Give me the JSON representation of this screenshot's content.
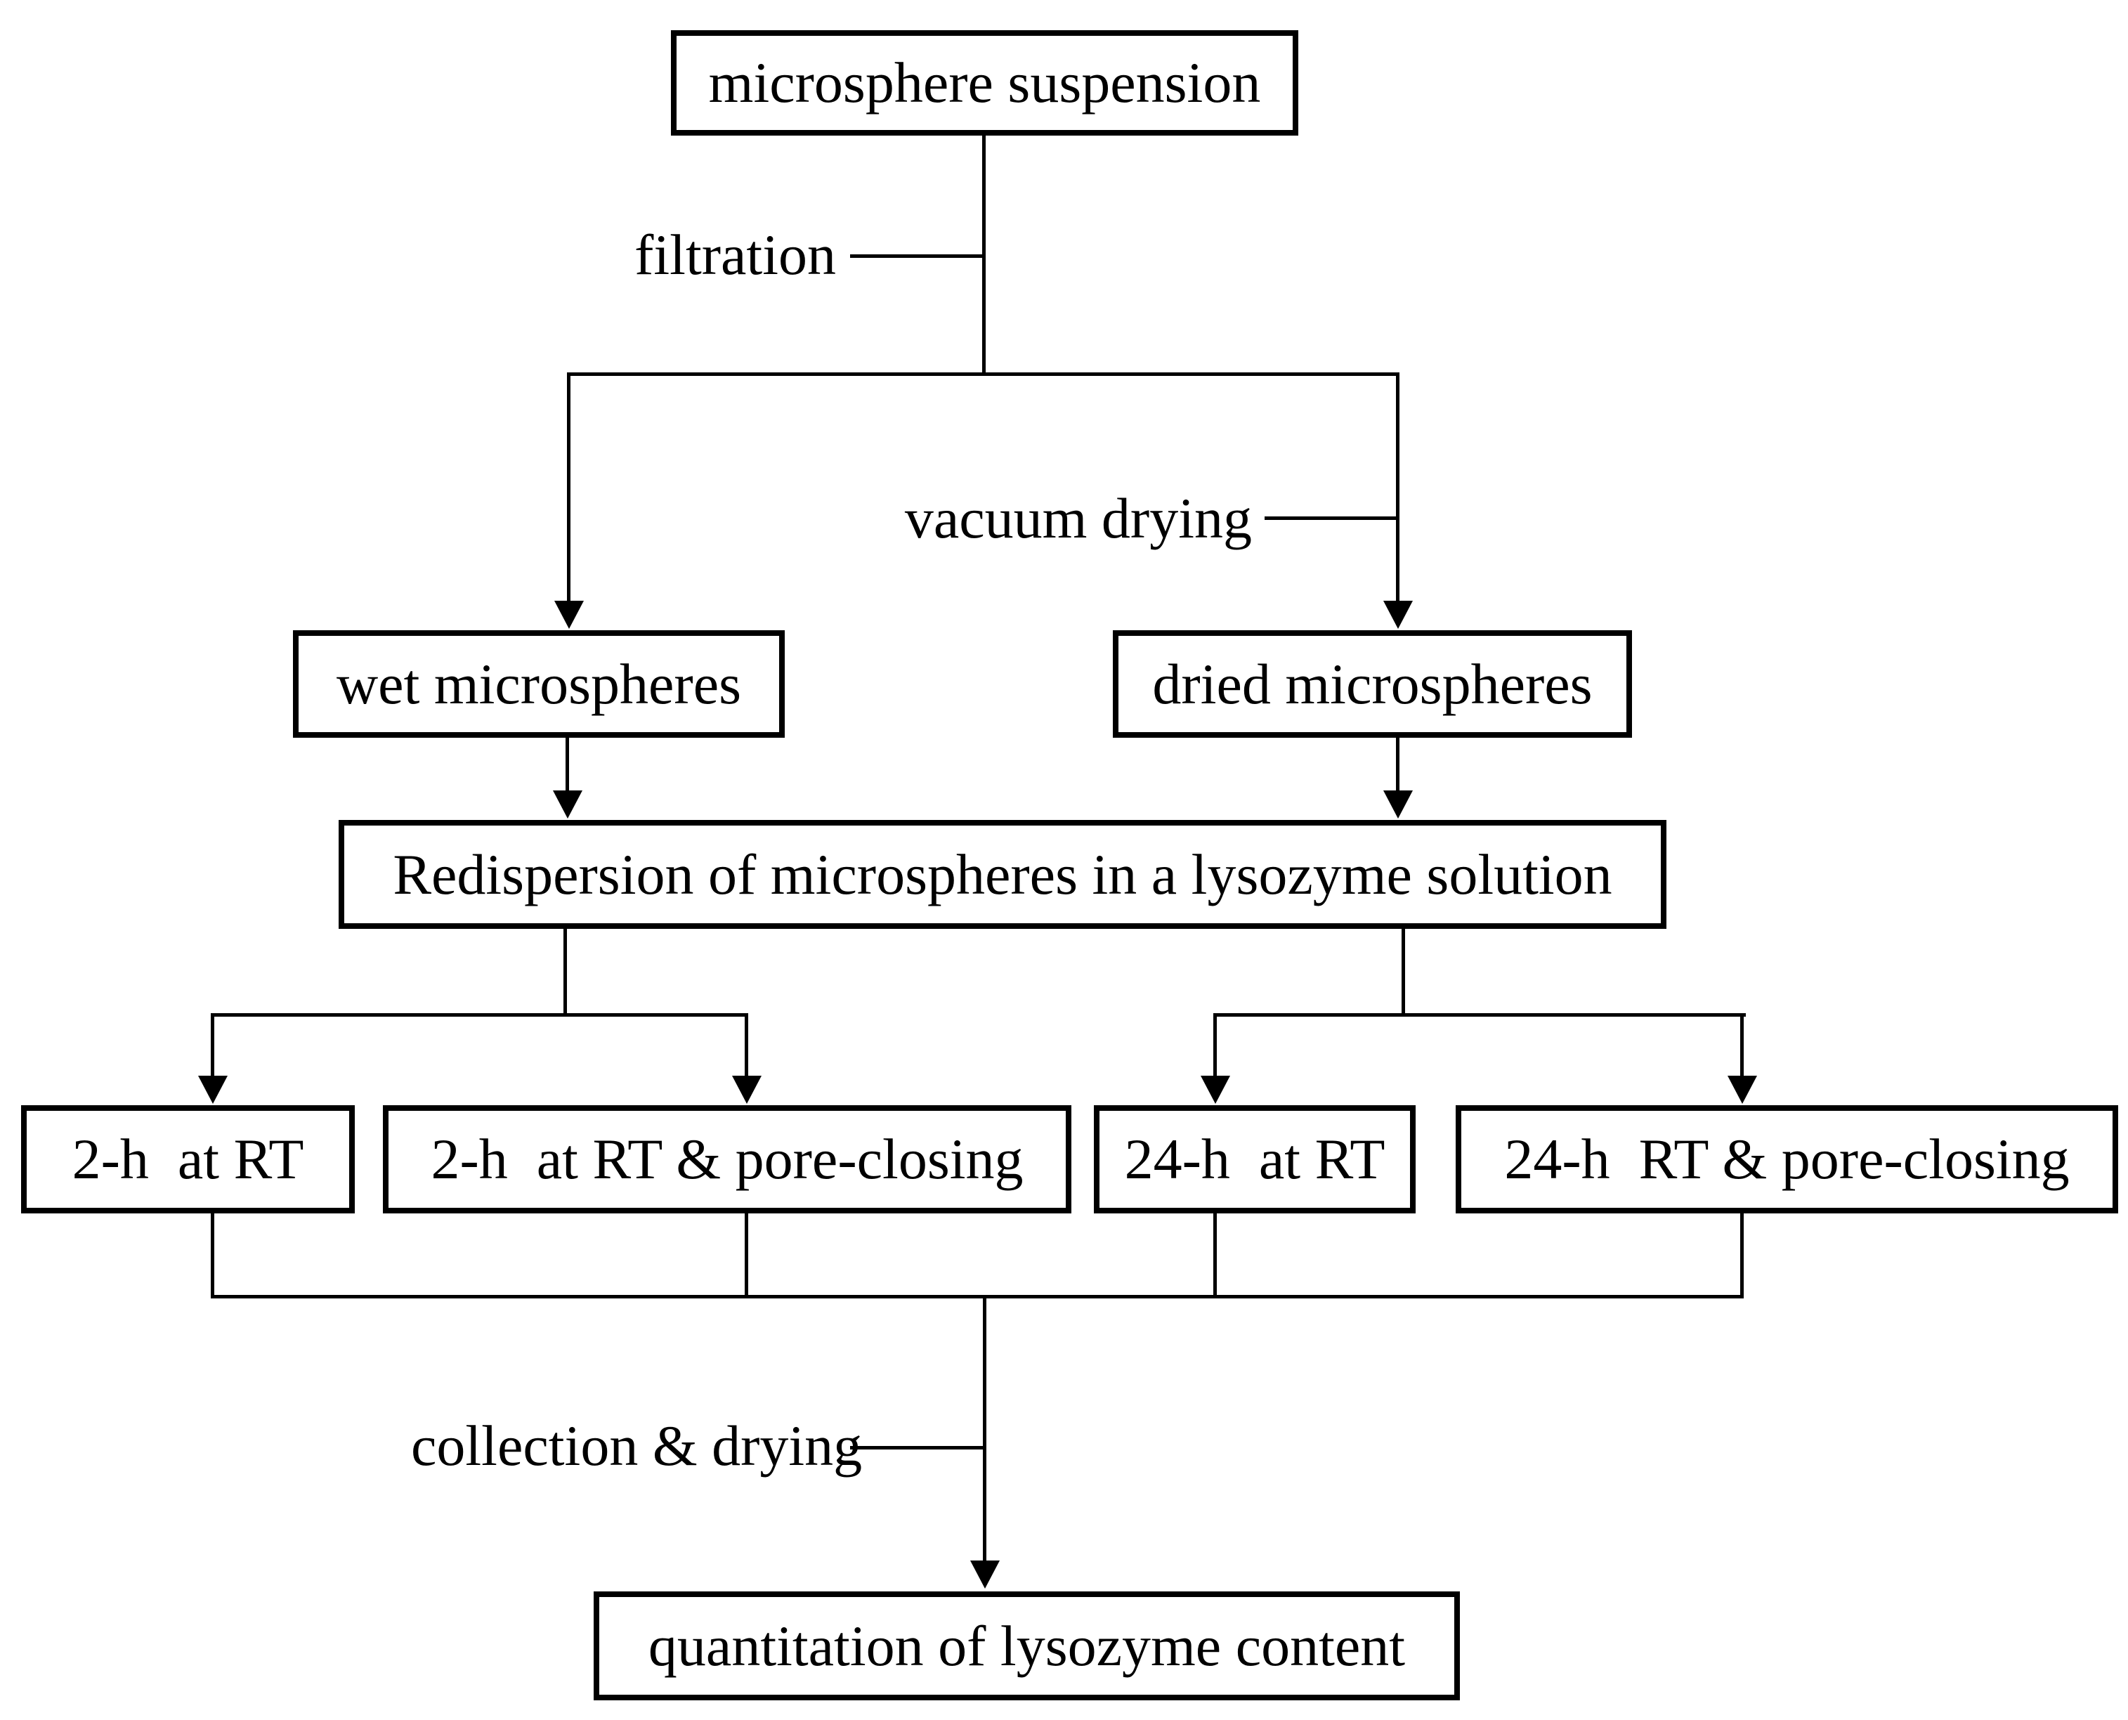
{
  "nodes": {
    "suspension": "microsphere suspension",
    "wet": "wet microspheres",
    "dried": "dried microspheres",
    "redispersion": "Redispersion of microspheres in a lysozyme solution",
    "rt2": "2-h  at RT",
    "rt2pc": "2-h  at RT & pore-closing",
    "rt24": "24-h  at RT",
    "rt24pc": "24-h  RT & pore-closing",
    "quantitation": "quantitation of lysozyme content"
  },
  "process_labels": {
    "filtration": "filtration",
    "vacuum_drying": "vacuum drying",
    "collection_drying": "collection & drying"
  },
  "colors": {
    "line": "#000000",
    "box_border": "#000000",
    "box_fill": "#ffffff",
    "background": "#ffffff",
    "text": "#000000"
  }
}
